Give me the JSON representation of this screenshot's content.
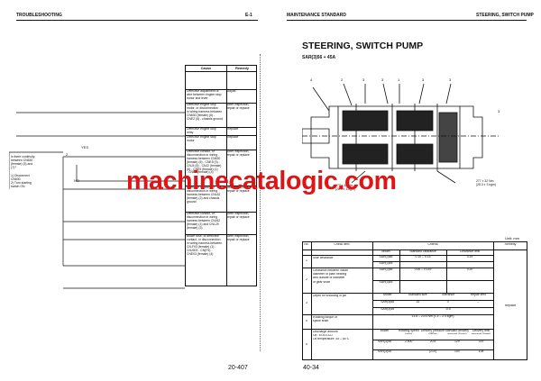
{
  "left_page": {
    "header_title": "TROUBLESHOOTING",
    "header_code": "E-1",
    "page_number": "20-407",
    "flow": {
      "yes": "YES",
      "no": "NO",
      "node": "2",
      "question": [
        "Is there continuity",
        "between CN630",
        "(female) (5) and",
        "(7)?"
      ],
      "steps": [
        "1) Disconnect",
        "   CN630.",
        "2) Turn starting",
        "   switch ON."
      ]
    },
    "table": {
      "col_cause": "Cause",
      "col_remedy": "Remedy",
      "rows": [
        {
          "cause": [
            "Defective adjustment of",
            "wire between engine stop",
            "motor and lever"
          ],
          "remedy": [
            "Adjust"
          ]
        },
        {
          "cause": [
            "Defective engine stop",
            "motor, or disconnection",
            "in wiring harness between",
            "CN630 (female) (6) -",
            "CNE2 (5) - chassis ground"
          ],
          "remedy": [
            "After inspection,",
            "repair or replace"
          ]
        },
        {
          "cause": [
            "Defective engine stop",
            "relay"
          ],
          "remedy": [
            "Replace"
          ]
        },
        {
          "cause": [
            "Defective engine stop",
            "motor"
          ],
          "remedy": [
            "Replace"
          ]
        },
        {
          "cause": [
            "Defective contact, or",
            "disconnection in wiring",
            "harness between CN630",
            "(female) (5) - CNE5 (3) -",
            "CNJ4 (5) - CNJ2 (female)",
            "(6) - CNE5 (female) (1)",
            "- CNE2 (female) (4)"
          ],
          "remedy": [
            "After inspection,",
            "repair or replace"
          ]
        },
        {
          "cause": [
            "Defective contact, or",
            "disconnection in wiring",
            "harness between CNL62",
            "(female) (2) and chassis",
            "ground"
          ],
          "remedy": [
            "After inspection,",
            "repair or replace"
          ]
        },
        {
          "cause": [
            "Defective contact, or",
            "disconnection in wiring",
            "harness between CNJ62",
            "(female) (1) and CNL29",
            "(female) (3)"
          ],
          "remedy": [
            "After inspection,",
            "repair or replace"
          ]
        },
        {
          "cause": [
            "Blown fuse, or defective",
            "contact, or disconnection",
            "in wiring harness between",
            "CN-F03 (female) (1) -",
            "CNJ303 - CN(F5) -",
            "CNE03 (female) (4)"
          ],
          "remedy": [
            "After inspection,",
            "repair or replace"
          ]
        }
      ]
    }
  },
  "right_page": {
    "header_left": "MAINTENANCE STANDARD",
    "header_right": "STEERING, SWITCH PUMP",
    "title": "STEERING, SWITCH PUMP",
    "subtitle": "SAR(3)56 + 45A",
    "page_number": "40-34",
    "unit": "Unit: mm",
    "callouts": [
      "4",
      "2",
      "3",
      "3",
      "1",
      "3",
      "3",
      "3"
    ],
    "torque_notes": [
      {
        "label": "277 ± 32 Nm",
        "sub": "(28.3 ± 3 kgm)"
      },
      {
        "label": "277 ± 32 Nm",
        "sub": "(28.3 ± 3 kgm)"
      }
    ],
    "table": {
      "headers": {
        "no": "No.",
        "check": "Check item",
        "criteria": "Criteria",
        "remedy": "Remedy"
      },
      "sub_headers": [
        "Model",
        "Standard clearance",
        "Clearance limit"
      ],
      "rows": [
        {
          "no": "1",
          "item": [
            "Side clearance"
          ],
          "lines": [
            [
              "SAR(3)56",
              "0.10 – 0.15",
              "0.19"
            ],
            [
              "SAR(3)45",
              "",
              ""
            ]
          ]
        },
        {
          "no": "2",
          "item": [
            "Clearance between inside",
            "diameter of plain bearing",
            "and outside of diameter",
            "of gear shaft"
          ],
          "lines": [
            [
              "SAR(3)56",
              "0.06 – 0.149",
              "0.20"
            ],
            [
              "SAR(3)45",
              "",
              ""
            ]
          ]
        },
        {
          "no": "3",
          "item": [
            "Depth for knocking in pin"
          ],
          "lines": [
            [
              "Model",
              "Standard size",
              "Tolerance",
              "Repair limit"
            ],
            [
              "SAR(3)56",
              "14",
              "0",
              "–"
            ],
            [
              "SAR(3)45",
              "",
              "-0.5",
              ""
            ]
          ]
        },
        {
          "no": "4",
          "item": [
            "Rotating torque of",
            "spline shaft"
          ],
          "lines": [
            [
              "13.8 – 23.6 Nm (1.4 – 2.4 kgm)"
            ]
          ]
        },
        {
          "no": "5",
          "item": [
            "Discharge amount",
            "Oil : EO10-CD",
            "Oil temperature: 45 – 55°C"
          ],
          "lines": [
            [
              "Model",
              "Rotating speed (rpm)",
              "Delivery pressure (MPa)",
              "Standard delivery amount (l/min)",
              "Delivery limit amount (l/min)"
            ],
            [
              "SAR(3)56",
              "2,500",
              "20.6",
              "129",
              "119"
            ],
            [
              "SAR(3)45",
              "",
              "(210)",
              "104",
              "108"
            ]
          ]
        }
      ],
      "remedy": "Replace"
    }
  },
  "watermark": "machinecatalogic.com"
}
